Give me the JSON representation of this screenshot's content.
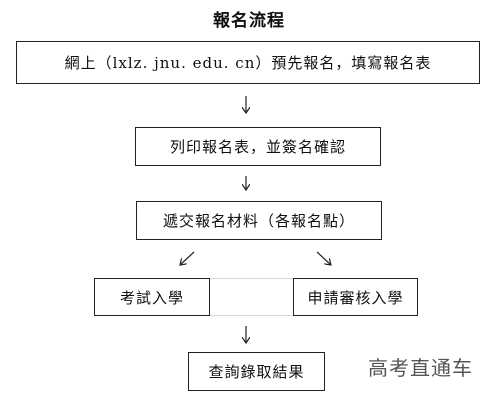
{
  "diagram": {
    "title": "報名流程",
    "steps": {
      "online_register": "網上（lxlz. jnu. edu. cn）預先報名，填寫報名表",
      "print_form": "列印報名表，並簽名確認",
      "submit_materials": "遞交報名材料（各報名點）",
      "exam_admission": "考試入學",
      "apply_review_admission": "申請審核入學",
      "check_results": "查詢錄取結果"
    }
  },
  "watermark": "高考直通车"
}
